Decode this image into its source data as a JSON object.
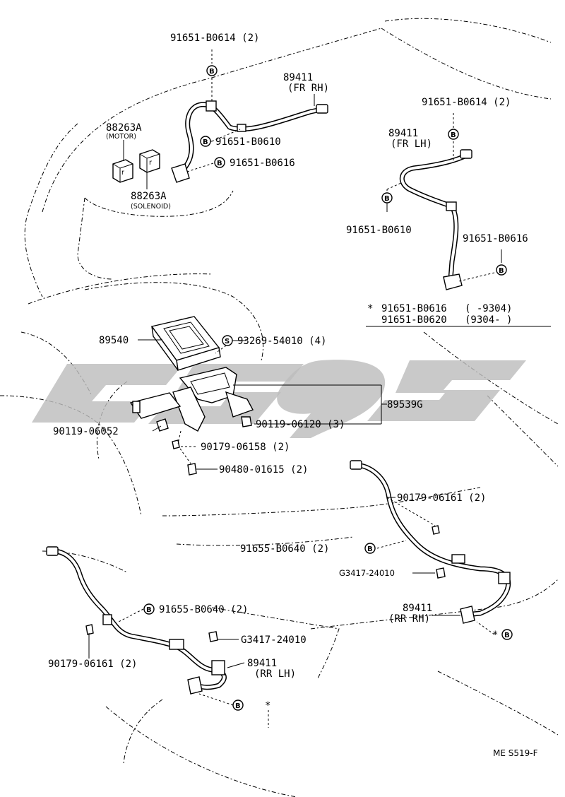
{
  "labels": {
    "bolt_fr_rh_top": "91651-B0614 (2)",
    "sensor_fr_rh": "89411",
    "sensor_fr_rh_side": "(FR RH)",
    "relay_motor": "88263A",
    "relay_motor_note": "(MOTOR)",
    "bolt_fr_rh_mid": "91651-B0610",
    "bolt_fr_rh_low": "91651-B0616",
    "relay_solenoid": "88263A",
    "relay_solenoid_note": "(SOLENOID)",
    "bolt_fr_lh_top": "91651-B0614 (2)",
    "sensor_fr_lh": "89411",
    "sensor_fr_lh_side": "(FR LH)",
    "bolt_fr_lh_mid": "91651-B0610",
    "bolt_fr_lh_low": "91651-B0616",
    "note_line1_pn": "91651-B0616",
    "note_line1_range": "(      -9304)",
    "note_line2_pn": "91651-B0620",
    "note_line2_range": "(9304-      )",
    "ecu": "89540",
    "screw_ecu": "93269-54010 (4)",
    "bracket": "89539G",
    "bolt_bracket_left": "90119-06052",
    "bolt_bracket_right": "90119-06120 (3)",
    "clip_bracket": "90179-06158 (2)",
    "nut_bracket": "90480-01615 (2)",
    "clip_rr_rh": "90179-06161 (2)",
    "bolt_rr_rh": "91655-B0640 (2)",
    "grommet_rr_rh": "G3417-24010",
    "sensor_rr_rh": "89411",
    "sensor_rr_rh_side": "(RR RH)",
    "bolt_rr_lh": "91655-B0640 (2)",
    "grommet_rr_lh": "G3417-24010",
    "clip_rr_lh": "90179-06161 (2)",
    "sensor_rr_lh": "89411",
    "sensor_rr_lh_side": "(RR LH)",
    "figure_code": "ME S519-F"
  },
  "symbols": {
    "bolt_letter": "B",
    "screw_letter": "S",
    "note_mark": "*"
  }
}
